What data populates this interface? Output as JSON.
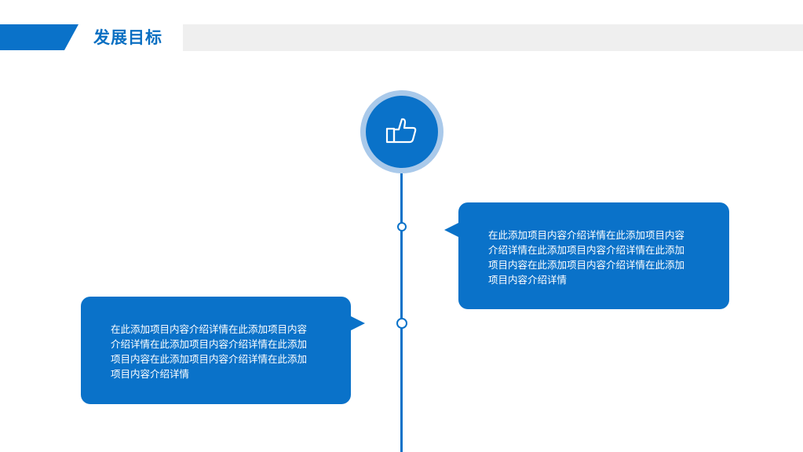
{
  "header": {
    "title": "发展目标"
  },
  "icon": {
    "name": "thumbs-up-icon"
  },
  "items": [
    {
      "text": "在此添加项目内容介绍详情在此添加项目内容介绍详情在此添加项目内容介绍详情在此添加项目内容在此添加项目内容介绍详情在此添加项目内容介绍详情"
    },
    {
      "text": "在此添加项目内容介绍详情在此添加项目内容介绍详情在此添加项目内容介绍详情在此添加项目内容在此添加项目内容介绍详情在此添加项目内容介绍详情"
    }
  ],
  "colors": {
    "primary": "#0a72c9",
    "ring": "#a9c9ea",
    "header_bar": "#efefef",
    "text_on_primary": "#ffffff"
  }
}
